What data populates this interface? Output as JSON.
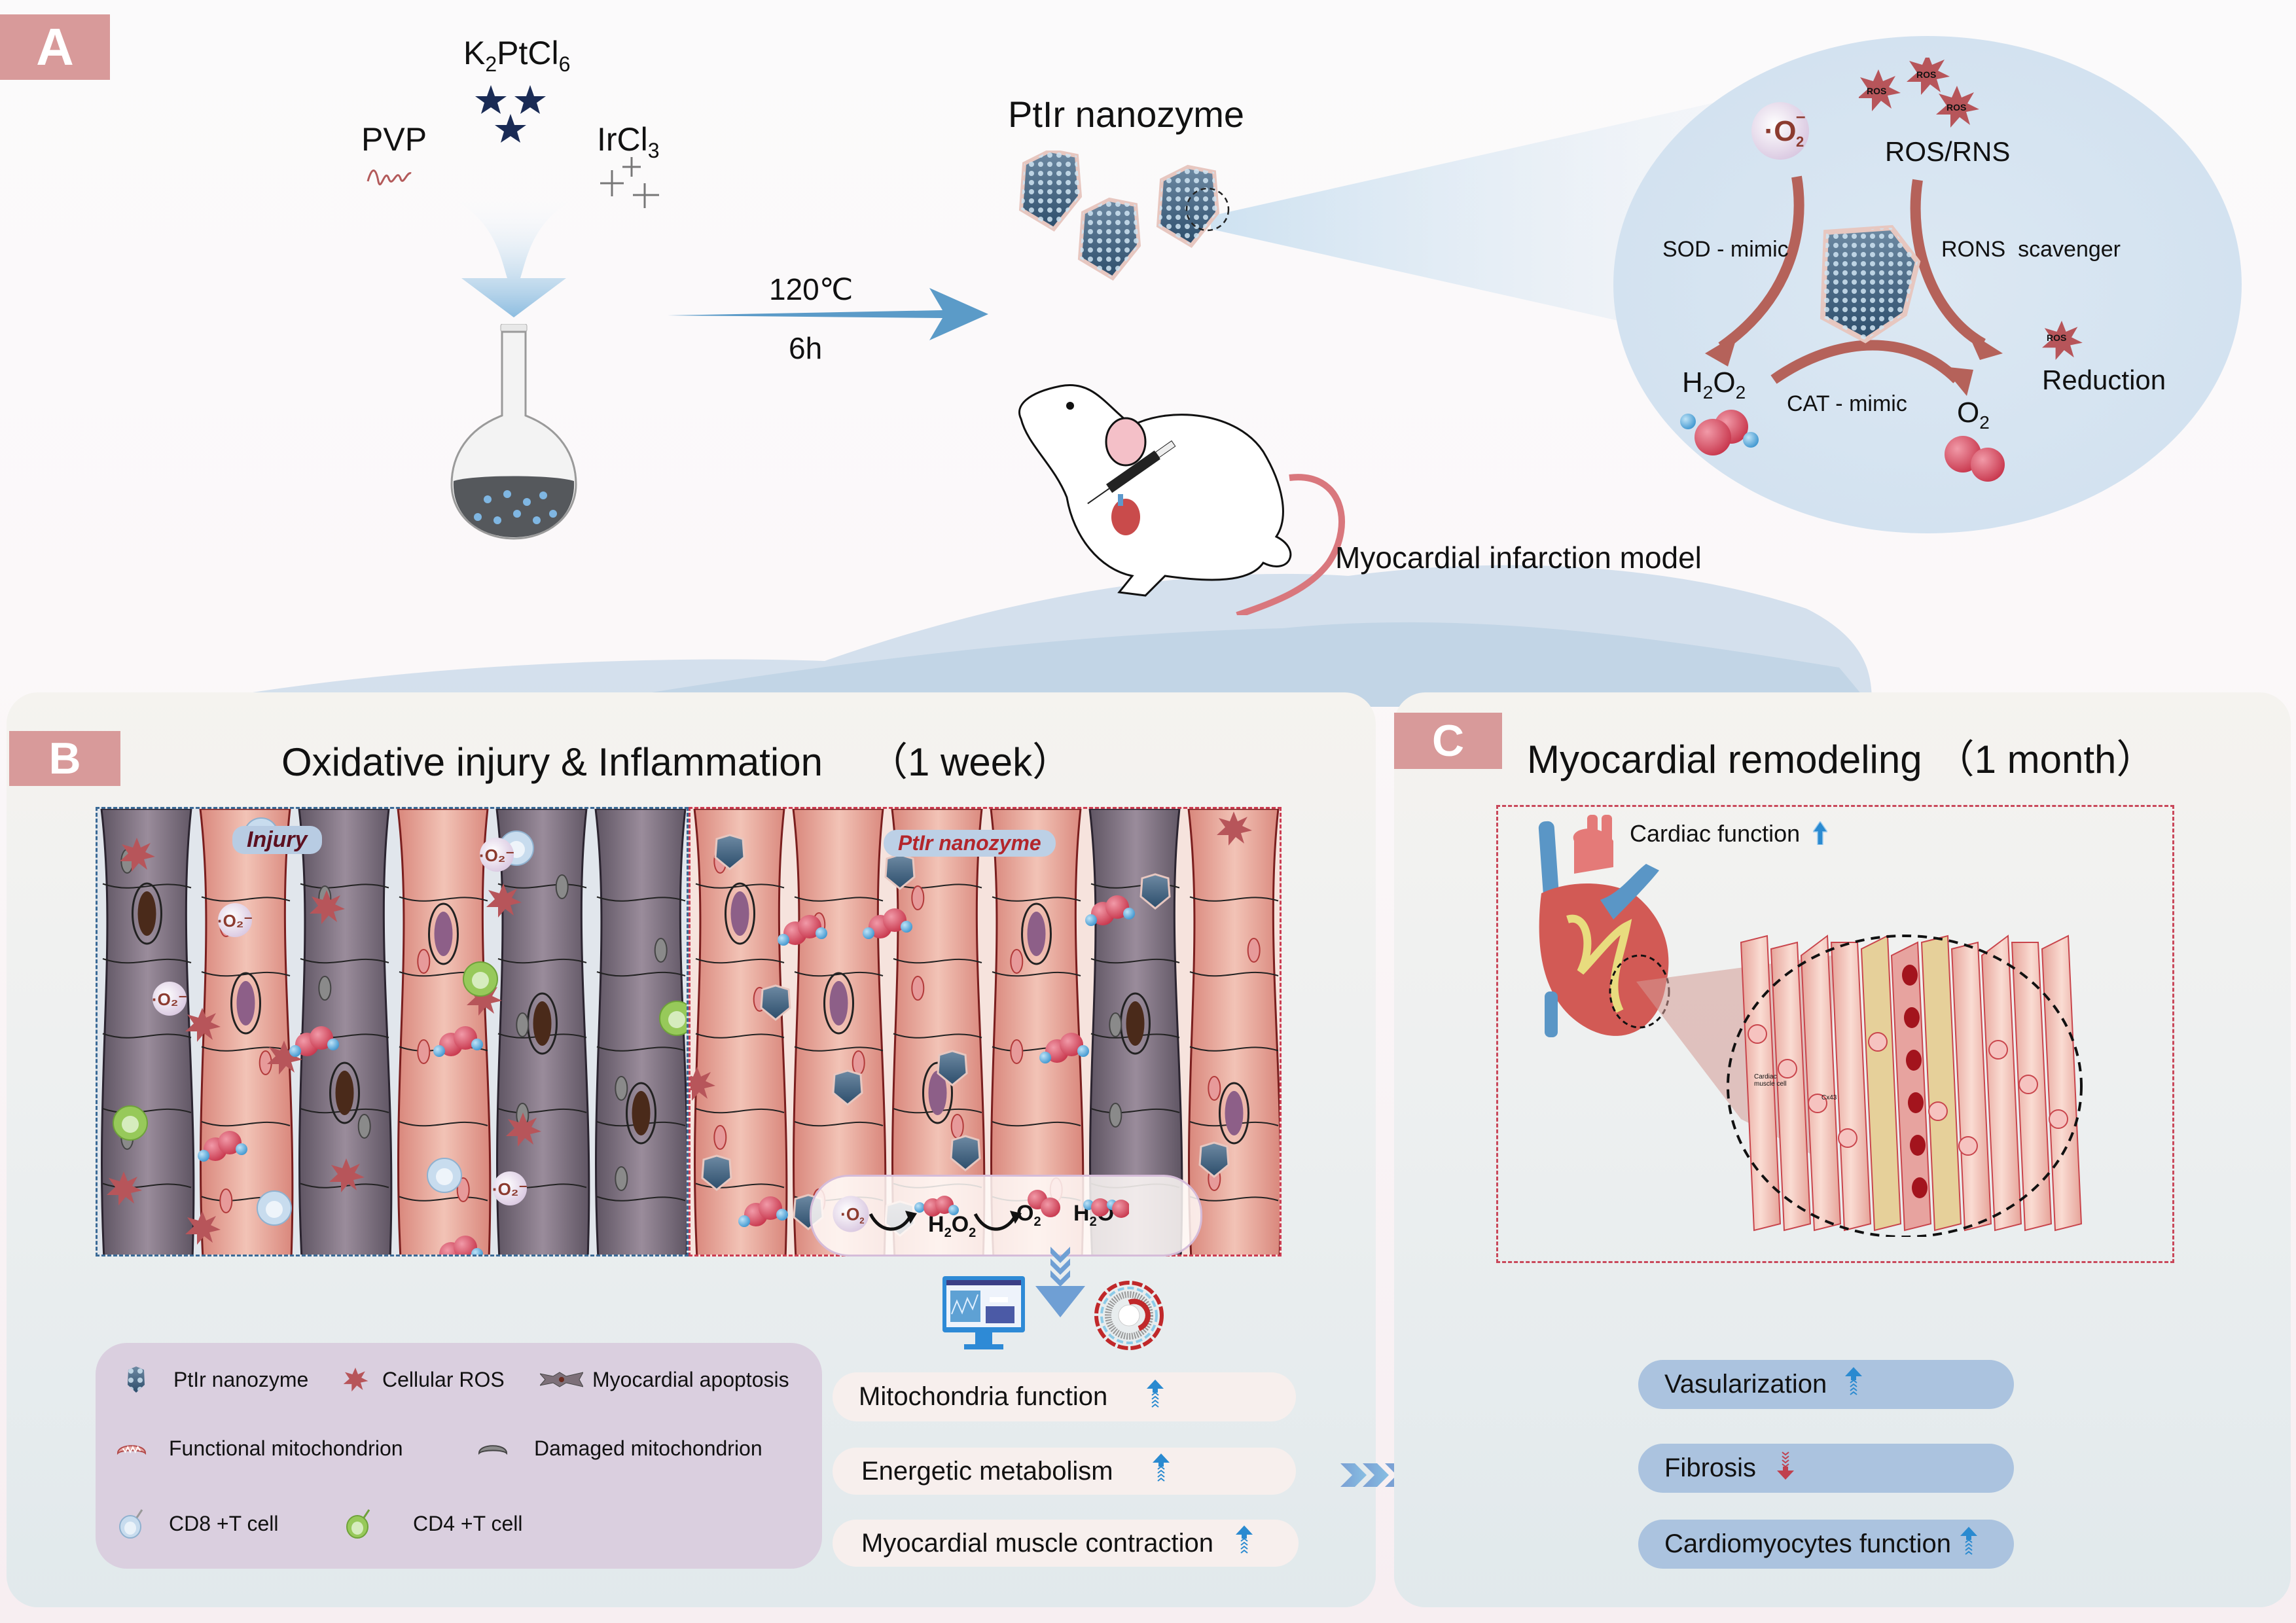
{
  "panel_a": {
    "label": "A",
    "reagents": {
      "pvp": "PVP",
      "k2ptcl6": {
        "base": "K",
        "sub1": "2",
        "mid": "PtCl",
        "sub2": "6"
      },
      "ircl3": {
        "base": "IrCl",
        "sub": "3"
      }
    },
    "reaction": {
      "temperature": "120℃",
      "time": "6h"
    },
    "product_title": "PtIr nanozyme",
    "model_label": "Myocardial infarction model",
    "mechanism": {
      "superoxide": {
        "dot": "·",
        "base": "O",
        "sub": "2",
        "sup": "–"
      },
      "ros_rns": "ROS/RNS",
      "ros_badge": "ROS",
      "sod_label": "SOD - mimic",
      "rons_label": "RONS  scavenger",
      "h2o2": {
        "a": "H",
        "s1": "2",
        "b": "O",
        "s2": "2"
      },
      "cat_label": "CAT - mimic",
      "o2": {
        "a": "O",
        "s": "2"
      },
      "reduction": "Reduction"
    }
  },
  "panel_b": {
    "label": "B",
    "title": "Oxidative injury & Inflammation",
    "duration": "（1 week）",
    "injury_tag": "Injury",
    "nanozyme_tag": "PtIr nanozyme",
    "ros_badge": "ROS",
    "cascade": {
      "superoxide": "·O₂⁻",
      "h2o2": {
        "a": "H",
        "s1": "2",
        "b": "O",
        "s2": "2"
      },
      "o2": {
        "a": "O",
        "s": "2"
      },
      "plus": "+",
      "h2o": {
        "a": "H",
        "s": "2",
        "b": "O"
      }
    },
    "legend": [
      {
        "icon": "nanozyme-icon",
        "label": "PtIr nanozyme"
      },
      {
        "icon": "ros-icon",
        "label": "Cellular ROS"
      },
      {
        "icon": "apoptosis-cell-icon",
        "label": "Myocardial apoptosis"
      },
      {
        "icon": "functional-mitochondrion-icon",
        "label": "Functional mitochondrion"
      },
      {
        "icon": "damaged-mitochondrion-icon",
        "label": "Damaged mitochondrion"
      },
      {
        "icon": "cd8-t-cell-icon",
        "label": "CD8 +T cell"
      },
      {
        "icon": "cd4-t-cell-icon",
        "label": "CD4 +T cell"
      }
    ],
    "outcomes": [
      {
        "label": "Mitochondria function",
        "trend": "up"
      },
      {
        "label": "Energetic metabolism",
        "trend": "up"
      },
      {
        "label": "Myocardial muscle contraction",
        "trend": "up"
      }
    ]
  },
  "panel_c": {
    "label": "C",
    "title": "Myocardial remodeling",
    "duration": "（1 month）",
    "cardiac_function": "Cardiac function",
    "cell_label_1": "Cardiac",
    "cell_label_2": "muscle cell",
    "cx43_label": "Cx43",
    "outcomes": [
      {
        "label": "Vasularization",
        "trend": "up"
      },
      {
        "label": "Fibrosis",
        "trend": "down"
      },
      {
        "label": "Cardiomyocytes function",
        "trend": "up"
      }
    ]
  },
  "colors": {
    "panel_label_bg": "#d89a9a",
    "arrow_blue": "#5b9bc8",
    "arrow_red": "#b5625a",
    "pill_b": "#f7efed",
    "pill_c": "#abc3df",
    "legend_bg": "#dacfdf",
    "up_arrow": "#2a8ad0",
    "down_arrow": "#c0404e"
  }
}
